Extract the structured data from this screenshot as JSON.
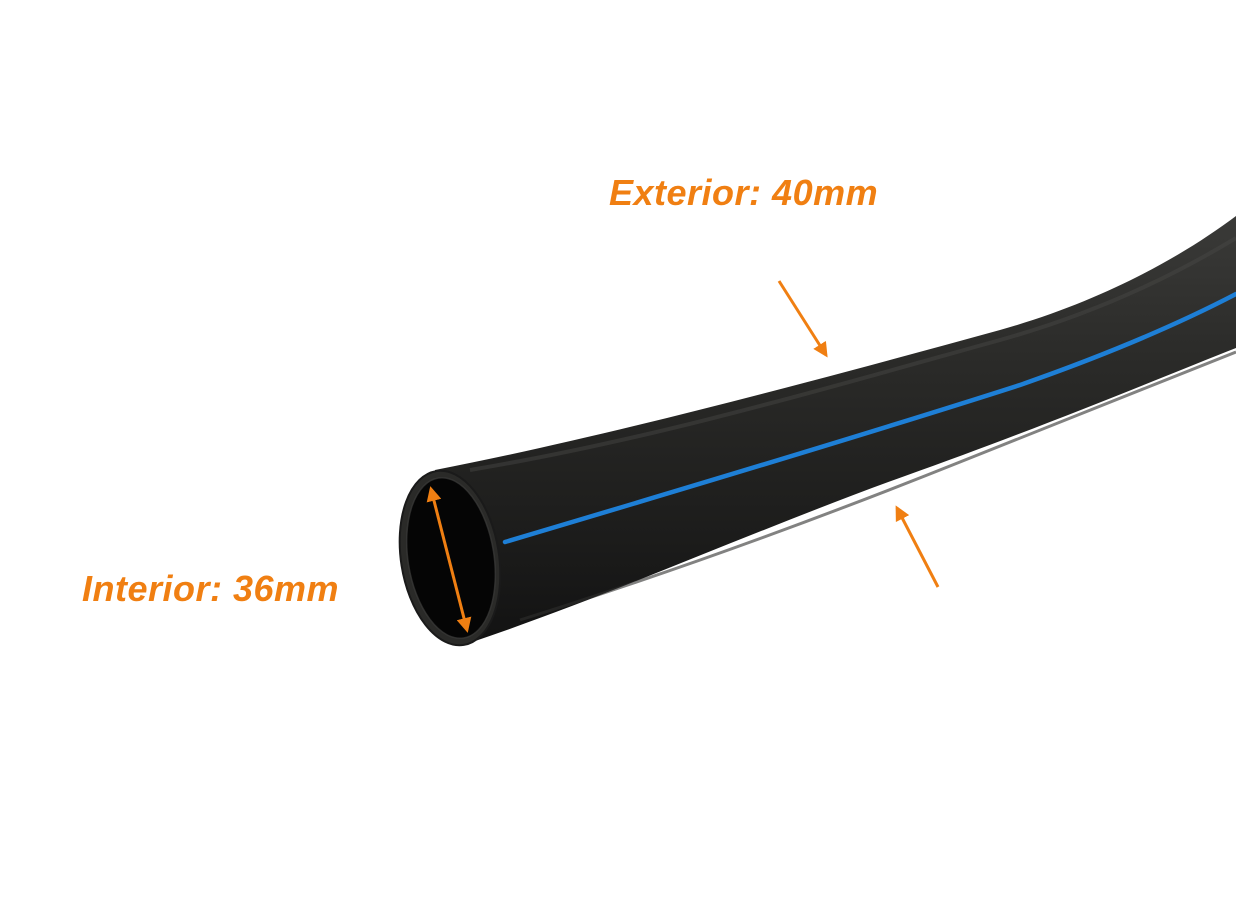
{
  "annotations": {
    "exterior_label": "Exterior: 40mm",
    "interior_label": "Interior: 36mm"
  },
  "colors": {
    "annotation": "#f07f12",
    "pipe_body": "#1b1b1b",
    "pipe_stripe": "#1e7fd6",
    "background": "#ffffff"
  },
  "photo": {
    "subject": "black-pipe-with-blue-stripe"
  }
}
